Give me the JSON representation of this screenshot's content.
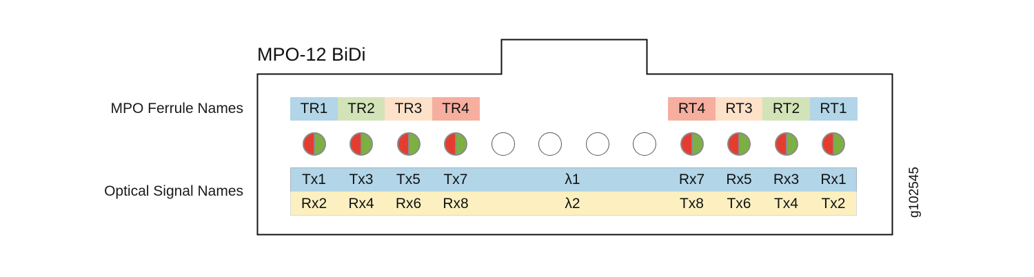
{
  "title": "MPO-12 BiDi",
  "row_labels": {
    "ferrule": "MPO Ferrule Names",
    "signal": "Optical Signal Names"
  },
  "figure_id": "g102545",
  "colors": {
    "blue": "#b2d5e8",
    "green": "#d3e3b8",
    "peach": "#fde1c9",
    "salmon": "#f6ae9f",
    "tx_band": "#b2d5e8",
    "rx_band": "#fdf0c0",
    "fiber_red": "#e43d30",
    "fiber_green": "#7db043"
  },
  "ferrules": [
    {
      "label": "TR1",
      "color": "blue"
    },
    {
      "label": "TR2",
      "color": "green"
    },
    {
      "label": "TR3",
      "color": "peach"
    },
    {
      "label": "TR4",
      "color": "salmon"
    },
    {
      "label": "",
      "color": null
    },
    {
      "label": "",
      "color": null
    },
    {
      "label": "",
      "color": null
    },
    {
      "label": "",
      "color": null
    },
    {
      "label": "RT4",
      "color": "salmon"
    },
    {
      "label": "RT3",
      "color": "peach"
    },
    {
      "label": "RT2",
      "color": "green"
    },
    {
      "label": "RT1",
      "color": "blue"
    }
  ],
  "fibers": [
    "bidi",
    "bidi",
    "bidi",
    "bidi",
    "empty",
    "empty",
    "empty",
    "empty",
    "bidi",
    "bidi",
    "bidi",
    "bidi"
  ],
  "signals": {
    "tx_row": [
      "Tx1",
      "Tx3",
      "Tx5",
      "Tx7",
      "",
      "",
      "",
      "",
      "Rx7",
      "Rx5",
      "Rx3",
      "Rx1"
    ],
    "rx_row": [
      "Rx2",
      "Rx4",
      "Rx6",
      "Rx8",
      "",
      "",
      "",
      "",
      "Tx8",
      "Tx6",
      "Tx4",
      "Tx2"
    ],
    "tx_wavelength": "λ1",
    "rx_wavelength": "λ2"
  }
}
